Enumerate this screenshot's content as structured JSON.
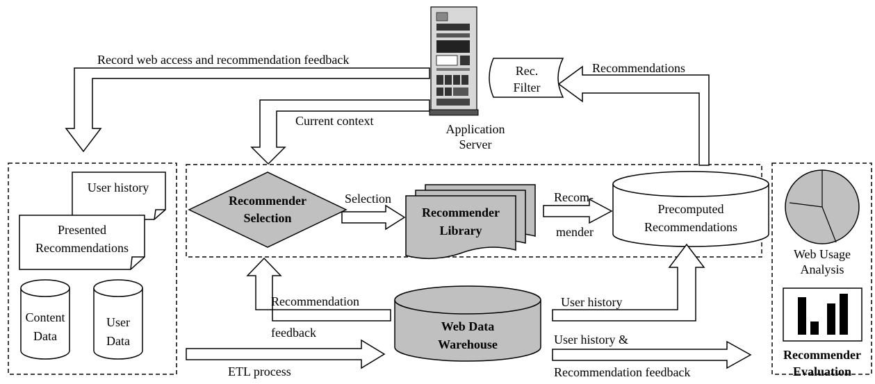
{
  "labels": {
    "record_feedback": "Record web access and recommendation feedback",
    "recommendations": "Recommendations",
    "current_context": "Current context",
    "app_server_1": "Application",
    "app_server_2": "Server",
    "rec_filter_1": "Rec.",
    "rec_filter_2": "Filter",
    "user_history_doc": "User history",
    "presented_1": "Presented",
    "presented_2": "Recommendations",
    "content_data_1": "Content",
    "content_data_2": "Data",
    "user_data_1": "User",
    "user_data_2": "Data",
    "rec_selection_1": "Recommender",
    "rec_selection_2": "Selection",
    "selection": "Selection",
    "rec_library_1": "Recommender",
    "rec_library_2": "Library",
    "recom_1": "Recom-",
    "recom_2": "mender",
    "precomputed_1": "Precomputed",
    "precomputed_2": "Recommendations",
    "web_usage_1": "Web Usage",
    "web_usage_2": "Analysis",
    "rec_eval_1": "Recommender",
    "rec_eval_2": "Evaluation",
    "recommendation": "Recommendation",
    "feedback": "feedback",
    "warehouse_1": "Web Data",
    "warehouse_2": "Warehouse",
    "user_history": "User history",
    "user_history_and": "User history &",
    "recommendation_feedback": "Recommendation feedback",
    "etl_process": "ETL process"
  },
  "colors": {
    "gray_fill": "#c0c0c0",
    "dark": "#000000",
    "server_body": "#d8d8d8"
  },
  "icons": {
    "server": "server-tower-icon",
    "pie": "pie-chart-icon",
    "bars": "bar-chart-icon"
  }
}
